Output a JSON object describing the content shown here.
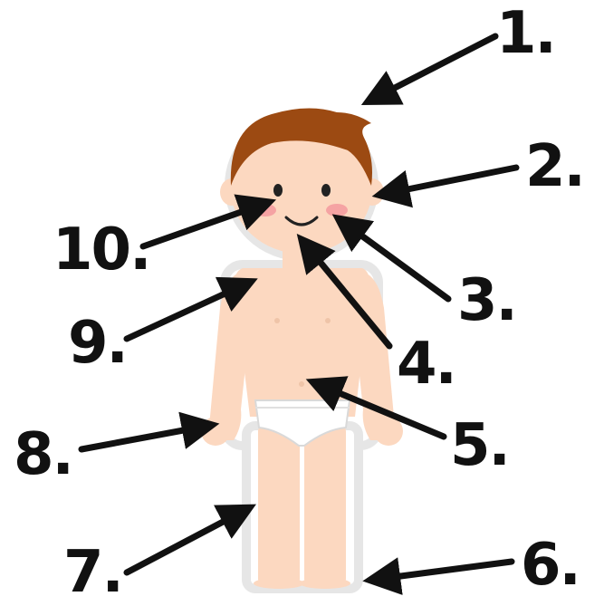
{
  "labels": [
    {
      "id": "label-1",
      "text": "1."
    },
    {
      "id": "label-2",
      "text": "2."
    },
    {
      "id": "label-3",
      "text": "3."
    },
    {
      "id": "label-4",
      "text": "4."
    },
    {
      "id": "label-5",
      "text": "5."
    },
    {
      "id": "label-6",
      "text": "6."
    },
    {
      "id": "label-7",
      "text": "7."
    },
    {
      "id": "label-8",
      "text": "8."
    },
    {
      "id": "label-9",
      "text": "9."
    },
    {
      "id": "label-10",
      "text": "10."
    }
  ],
  "colors": {
    "skin": "#fcd8c0",
    "skin_shadow": "#efc4a8",
    "hair": "#9c4a12",
    "cheek": "#f5a3a3",
    "underwear": "#ffffff",
    "underwear_shadow": "#d9d9d9",
    "outline": "#e9e9e9",
    "arrow": "#111111",
    "text": "#111111"
  },
  "icons": {
    "figure": "child-body-icon"
  }
}
